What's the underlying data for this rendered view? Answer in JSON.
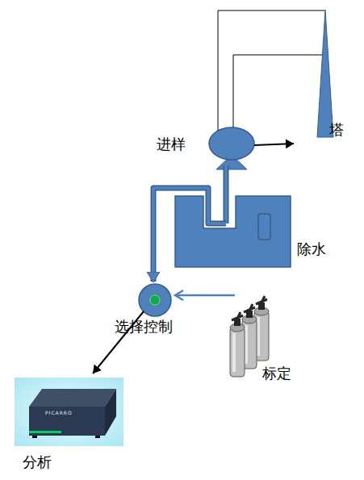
{
  "diagram": {
    "nodes": [
      {
        "text": [
          "塔"
        ]
      },
      {
        "text": [
          "进样"
        ]
      },
      {
        "text": [
          "除水"
        ]
      },
      {
        "text": [
          "选择控制"
        ]
      },
      {
        "text": [
          "标定"
        ]
      },
      {
        "text": [
          "分析"
        ]
      }
    ],
    "edges": [
      {
        "from": 0,
        "to": 1,
        "arrow": "none"
      },
      {
        "from": 0,
        "to": 1,
        "arrow": "none"
      },
      {
        "from": 1,
        "to": 2,
        "arrow": "none"
      },
      {
        "from": 2,
        "to": 3,
        "arrow": "to"
      },
      {
        "from": 4,
        "to": 3,
        "arrow": "to"
      },
      {
        "from": 3,
        "to": 5,
        "arrow": "to"
      }
    ],
    "labels": [
      "PICARRO"
    ]
  }
}
